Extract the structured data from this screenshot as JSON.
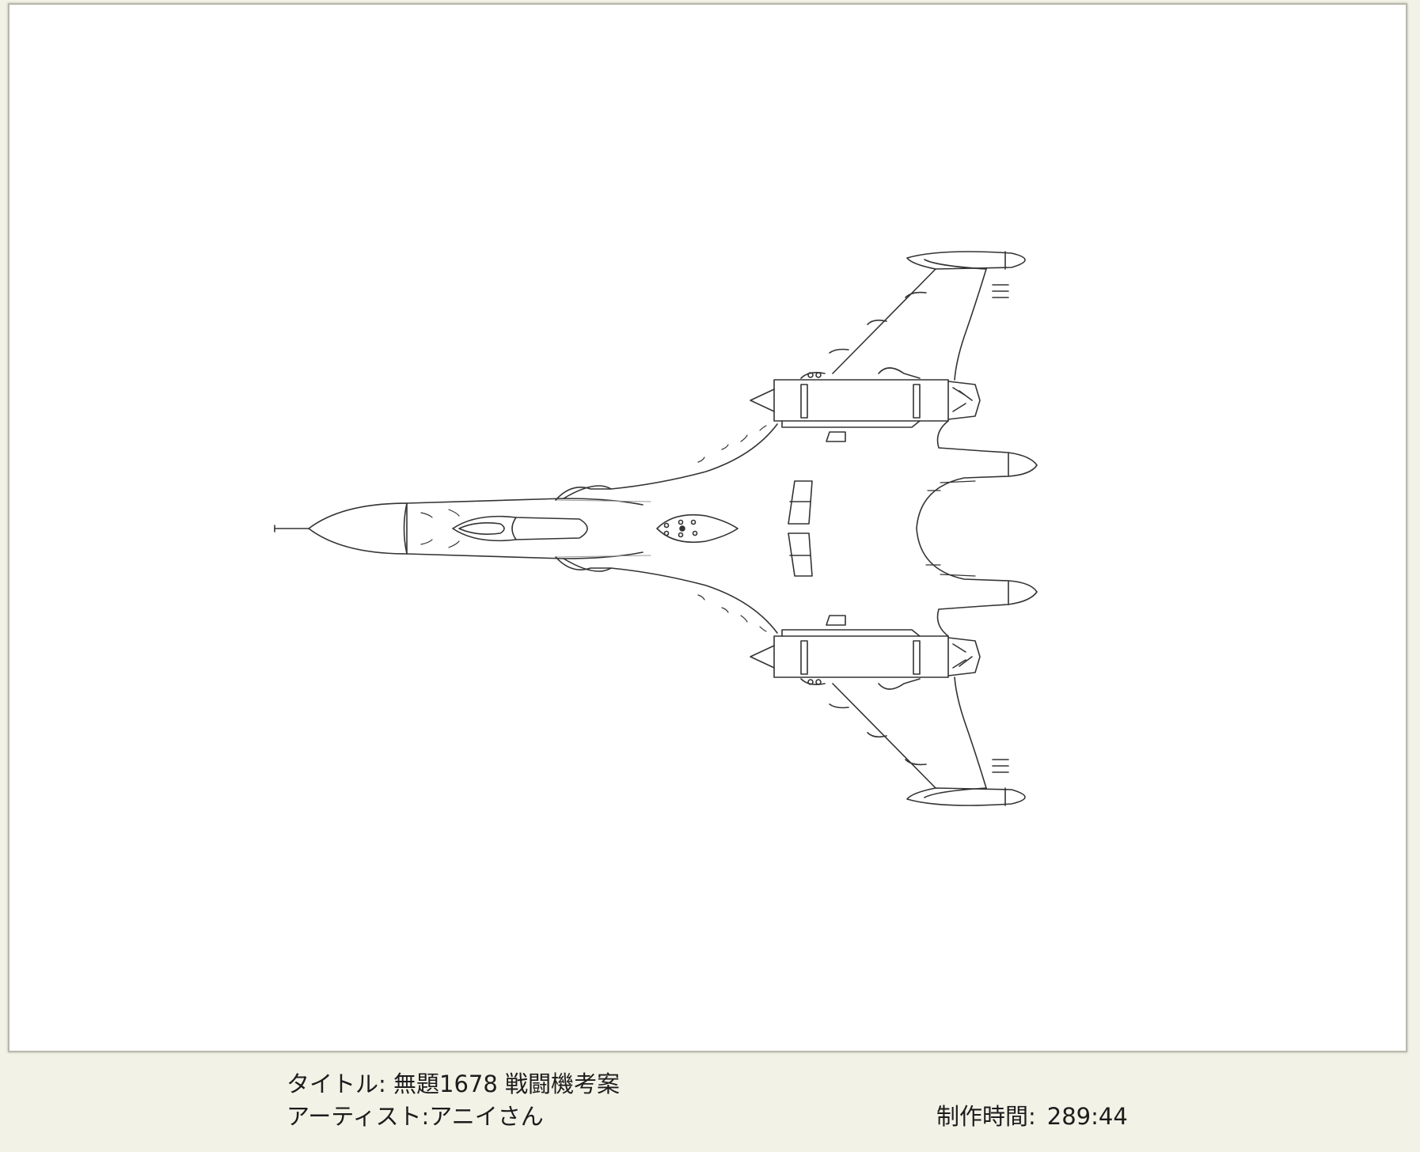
{
  "artwork": {
    "title_label": "タイトル:",
    "title": "無題1678 戦闘機考案",
    "artist_label": "アーティスト:",
    "artist": "アニイさん",
    "time_label": "制作時間:",
    "time": "289:44"
  }
}
